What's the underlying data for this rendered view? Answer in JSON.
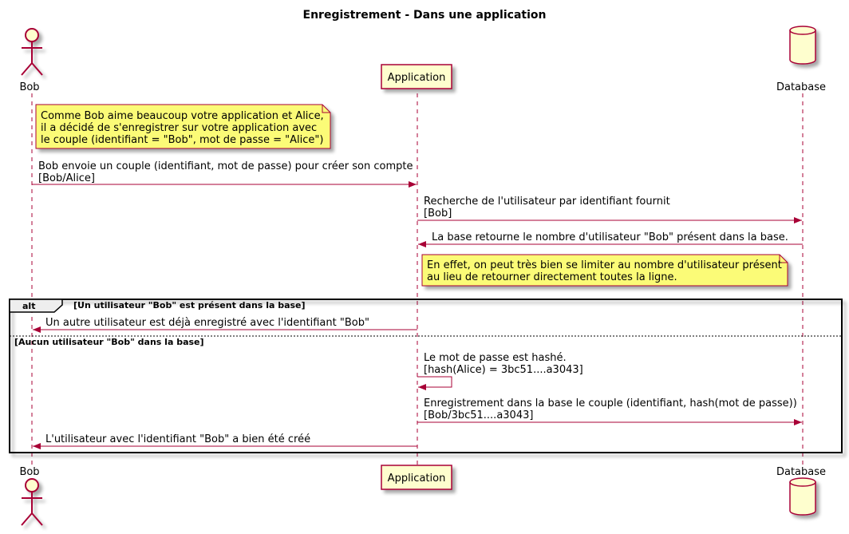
{
  "title": "Enregistrement - Dans une application",
  "participants": {
    "bob": "Bob",
    "application": "Application",
    "database": "Database"
  },
  "colors": {
    "line": "#A80036",
    "fill": "#FEFECE",
    "note_fill": "#FBFB77"
  },
  "notes": [
    [
      "Comme Bob aime beaucoup votre application et Alice,",
      "il a décidé de s'enregistrer sur votre application avec",
      "le couple (identifiant = \"Bob\", mot de passe = \"Alice\")"
    ],
    [
      "En effet, on peut très bien se limiter au nombre d'utilisateur présent",
      "au lieu de retourner directement toutes la ligne."
    ]
  ],
  "messages": [
    [
      "Bob envoie un couple (identifiant, mot de passe) pour créer son compte",
      "[Bob/Alice]"
    ],
    [
      "Recherche de l'utilisateur par identifiant fournit",
      "[Bob]"
    ],
    [
      "La base retourne le nombre d'utilisateur \"Bob\" présent dans la base."
    ],
    [
      "Un autre utilisateur est déjà enregistré avec l'identifiant \"Bob\""
    ],
    [
      "Le mot de passe est hashé.",
      "[hash(Alice) = 3bc51....a3043]"
    ],
    [
      "Enregistrement dans la base le couple (identifiant, hash(mot de passe))",
      "[Bob/3bc51....a3043]"
    ],
    [
      "L'utilisateur avec l'identifiant \"Bob\" a bien été créé"
    ]
  ],
  "alt": {
    "keyword": "alt",
    "guard1": "[Un utilisateur \"Bob\" est présent dans la base]",
    "guard2": "[Aucun utilisateur \"Bob\" dans la base]"
  }
}
